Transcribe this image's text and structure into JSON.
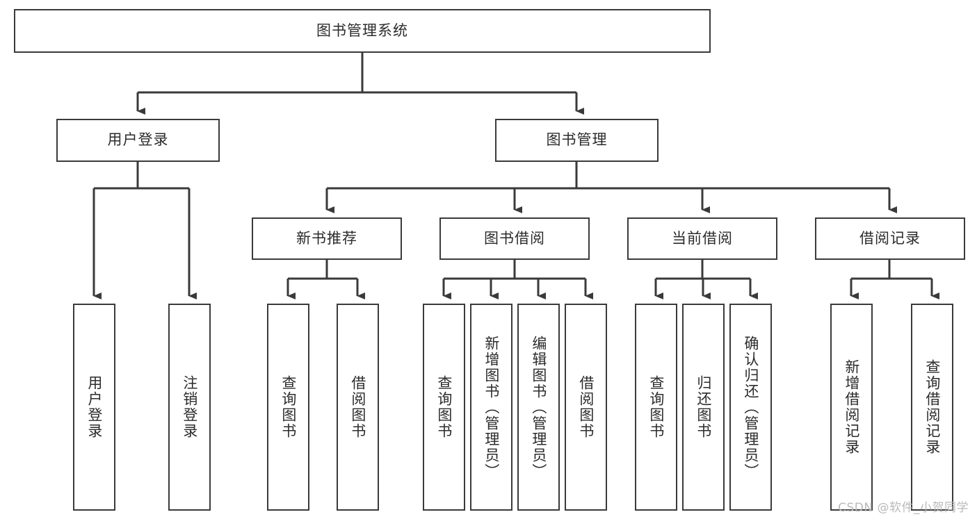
{
  "diagram": {
    "title": "图书管理系统",
    "type": "tree-hierarchy-diagram",
    "stroke_color": "#3a3a3a",
    "fill_color": "#ffffff",
    "text_color": "#2b2b2b",
    "nodes": {
      "root": {
        "label": "图书管理系统"
      },
      "level2": [
        {
          "id": "user-login",
          "label": "用户登录"
        },
        {
          "id": "book-manage",
          "label": "图书管理"
        }
      ],
      "level3": [
        {
          "id": "new-book-recommend",
          "label": "新书推荐"
        },
        {
          "id": "book-borrow",
          "label": "图书借阅"
        },
        {
          "id": "current-borrow",
          "label": "当前借阅"
        },
        {
          "id": "borrow-record",
          "label": "借阅记录"
        }
      ],
      "leaves": {
        "user-login": [
          {
            "id": "leaf-user-login",
            "label": "用户登录"
          },
          {
            "id": "leaf-logout-login",
            "label": "注销登录"
          }
        ],
        "new-book-recommend": [
          {
            "id": "leaf-query-book-1",
            "label": "查询图书"
          },
          {
            "id": "leaf-borrow-book-1",
            "label": "借阅图书"
          }
        ],
        "book-borrow": [
          {
            "id": "leaf-query-book-2",
            "label": "查询图书"
          },
          {
            "id": "leaf-add-book",
            "label": "新增图书（管理员）"
          },
          {
            "id": "leaf-edit-book",
            "label": "编辑图书（管理员）"
          },
          {
            "id": "leaf-borrow-book-2",
            "label": "借阅图书"
          }
        ],
        "current-borrow": [
          {
            "id": "leaf-query-book-3",
            "label": "查询图书"
          },
          {
            "id": "leaf-return-book",
            "label": "归还图书"
          },
          {
            "id": "leaf-confirm-return",
            "label": "确认归还（管理员）"
          }
        ],
        "borrow-record": [
          {
            "id": "leaf-add-record",
            "label": "新增借阅记录"
          },
          {
            "id": "leaf-query-record",
            "label": "查询借阅记录"
          }
        ]
      }
    },
    "watermark": "CSDN @软件_小贺同学"
  }
}
